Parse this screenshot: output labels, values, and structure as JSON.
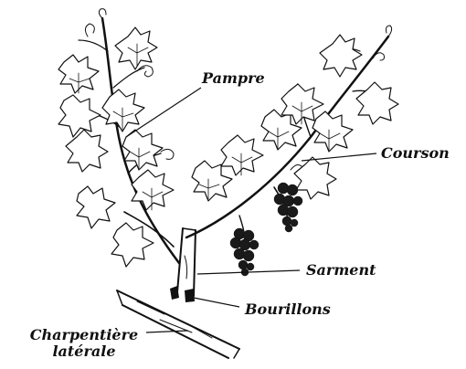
{
  "labels": {
    "pampre": "Pampre",
    "courson": "Courson",
    "sarment": "Sarment",
    "bourillons": "Bourillons",
    "charpentiere_line1": "Charpentière",
    "charpentiere_line2": "latérale"
  },
  "colors": {
    "ink": "#111111",
    "background": "#ffffff",
    "fruit": "#1a1a1a"
  }
}
